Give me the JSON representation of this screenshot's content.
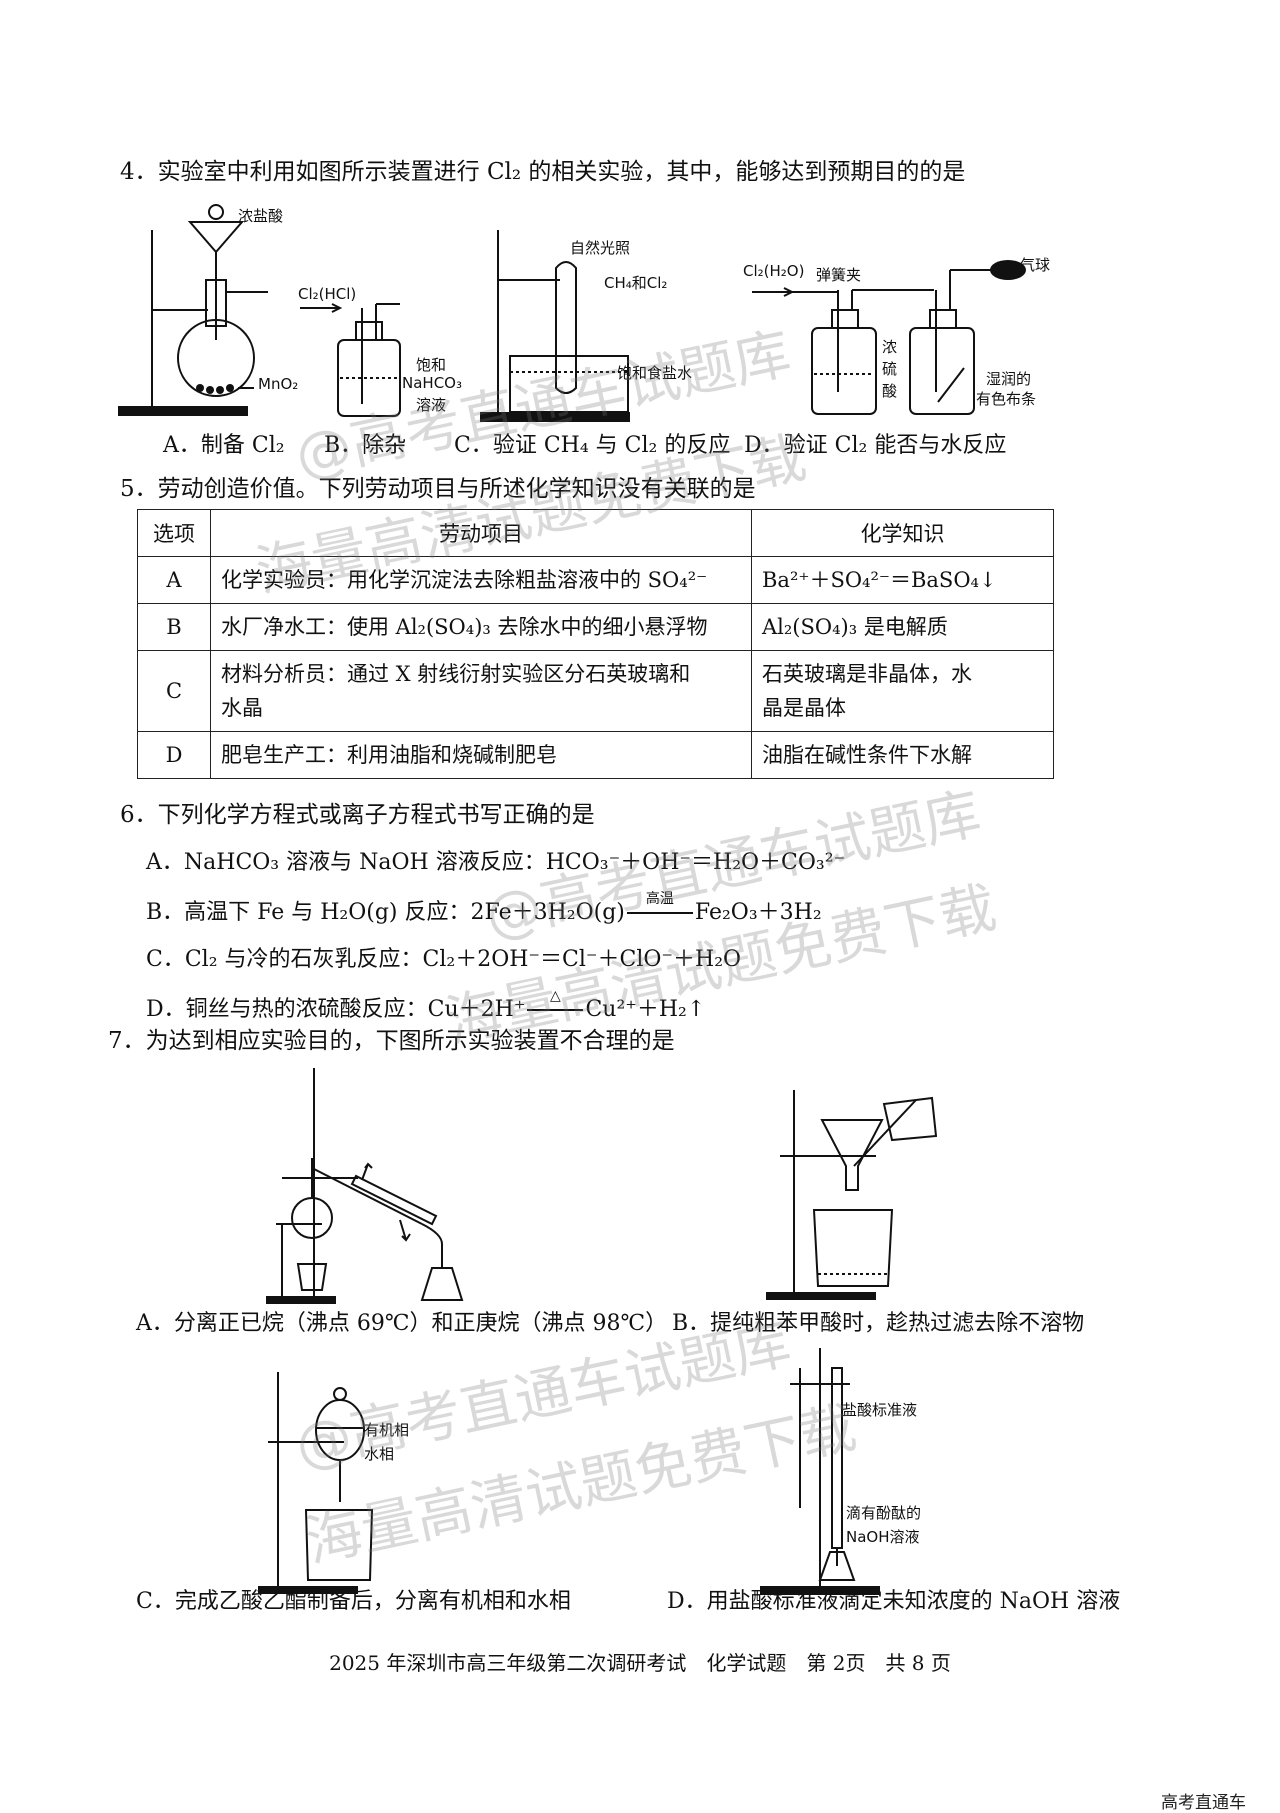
{
  "q4": {
    "stem": "4．实验室中利用如图所示装置进行 Cl₂ 的相关实验，其中，能够达到预期目的的是",
    "labels": {
      "conc_hcl": "浓盐酸",
      "mno2": "MnO₂",
      "cl2_hcl": "Cl₂(HCl)",
      "satur_nahco3_1": "饱和",
      "satur_nahco3_2": "NaHCO₃",
      "satur_nahco3_3": "溶液",
      "light": "自然光照",
      "ch4_cl2": "CH₄和Cl₂",
      "brine": "饱和食盐水",
      "cl2_h2o": "Cl₂(H₂O)",
      "clamp": "弹簧夹",
      "balloon": "气球",
      "h2so4_1": "浓",
      "h2so4_2": "硫",
      "h2so4_3": "酸",
      "cloth_1": "湿润的",
      "cloth_2": "有色布条"
    },
    "options": {
      "a": "A．制备 Cl₂",
      "b": "B．除杂",
      "c": "C．验证 CH₄ 与 Cl₂ 的反应",
      "d": "D．验证 Cl₂ 能否与水反应"
    }
  },
  "q5": {
    "stem": "5．劳动创造价值。下列劳动项目与所述化学知识没有关联的是",
    "headers": [
      "选项",
      "劳动项目",
      "化学知识"
    ],
    "rows": [
      {
        "opt": "A",
        "work": "化学实验员：用化学沉淀法去除粗盐溶液中的 SO₄²⁻",
        "chem": "Ba²⁺＋SO₄²⁻＝BaSO₄↓"
      },
      {
        "opt": "B",
        "work": "水厂净水工：使用 Al₂(SO₄)₃ 去除水中的细小悬浮物",
        "chem": "Al₂(SO₄)₃ 是电解质"
      },
      {
        "opt": "C",
        "work": "材料分析员：通过 X 射线衍射实验区分石英玻璃和",
        "work2": "水晶",
        "chem": "石英玻璃是非晶体，水",
        "chem2": "晶是晶体"
      },
      {
        "opt": "D",
        "work": "肥皂生产工：利用油脂和烧碱制肥皂",
        "chem": "油脂在碱性条件下水解"
      }
    ]
  },
  "q6": {
    "stem": "6．下列化学方程式或离子方程式书写正确的是",
    "a": "A．NaHCO₃ 溶液与 NaOH 溶液反应：HCO₃⁻＋OH⁻＝H₂O＋CO₃²⁻",
    "b_pre": "B．高温下 Fe 与 H₂O(g) 反应：2Fe＋3H₂O(g)",
    "b_cond": "高温",
    "b_post": "Fe₂O₃＋3H₂",
    "c": "C．Cl₂ 与冷的石灰乳反应：Cl₂＋2OH⁻＝Cl⁻＋ClO⁻＋H₂O",
    "d_pre": "D．铜丝与热的浓硫酸反应：Cu＋2H⁺",
    "d_cond": "△",
    "d_post": "Cu²⁺＋H₂↑"
  },
  "q7": {
    "stem": "7．为达到相应实验目的，下图所示实验装置不合理的是",
    "a": "A．分离正已烷（沸点 69℃）和正庚烷（沸点 98℃）",
    "b": "B．提纯粗苯甲酸时，趁热过滤去除不溶物",
    "c": "C．完成乙酸乙酯制备后，分离有机相和水相",
    "d": "D．用盐酸标准液滴定未知浓度的 NaOH 溶液",
    "labels": {
      "organic": "有机相",
      "aqueous": "水相",
      "hcl_std": "盐酸标准液",
      "naoh_1": "滴有酚酞的",
      "naoh_2": "NaOH溶液"
    }
  },
  "watermarks": [
    "@高考直通车试题库",
    "海量高清试题免费下载"
  ],
  "footer": "2025 年深圳市高三年级第二次调研考试　化学试题　第 2页　共 8 页",
  "corner": "高考直通车"
}
